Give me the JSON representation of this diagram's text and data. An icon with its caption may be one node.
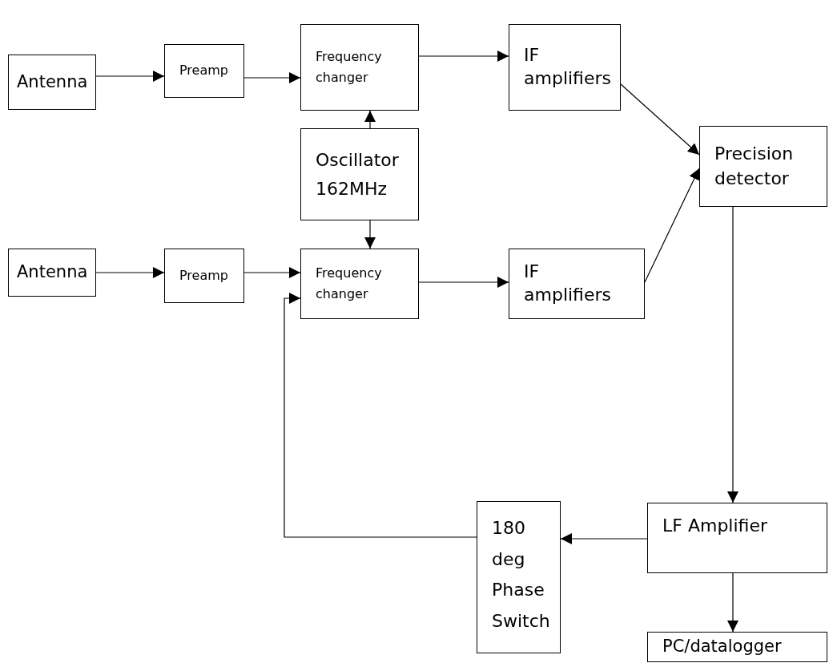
{
  "diagram": {
    "nodes": [
      {
        "text": [
          "Antenna"
        ]
      },
      {
        "text": [
          "Preamp"
        ]
      },
      {
        "text": [
          "Frequency changer"
        ]
      },
      {
        "text": [
          "IF amplifiers"
        ]
      },
      {
        "text": [
          "Oscillator 162MHz"
        ]
      },
      {
        "text": [
          "Precision detector"
        ]
      },
      {
        "text": [
          "Antenna"
        ]
      },
      {
        "text": [
          "Preamp"
        ]
      },
      {
        "text": [
          "Frequency changer"
        ]
      },
      {
        "text": [
          "IF amplifiers"
        ]
      },
      {
        "text": [
          "LF Amplifier"
        ]
      },
      {
        "text": [
          "180 deg Phase Switch"
        ]
      },
      {
        "text": [
          "PC/datalogger"
        ]
      }
    ],
    "edges": [
      {
        "from": 0,
        "to": 1,
        "arrow": "to"
      },
      {
        "from": 1,
        "to": 2,
        "arrow": "to"
      },
      {
        "from": 2,
        "to": 3,
        "arrow": "to"
      },
      {
        "from": 3,
        "to": 5,
        "arrow": "to"
      },
      {
        "from": 4,
        "to": 2,
        "arrow": "to"
      },
      {
        "from": 4,
        "to": 8,
        "arrow": "to"
      },
      {
        "from": 6,
        "to": 7,
        "arrow": "to"
      },
      {
        "from": 7,
        "to": 8,
        "arrow": "to"
      },
      {
        "from": 8,
        "to": 9,
        "arrow": "to"
      },
      {
        "from": 9,
        "to": 5,
        "arrow": "to"
      },
      {
        "from": 5,
        "to": 10,
        "arrow": "to"
      },
      {
        "from": 10,
        "to": 11,
        "arrow": "to"
      },
      {
        "from": 11,
        "to": 8,
        "arrow": "to"
      },
      {
        "from": 10,
        "to": 12,
        "arrow": "to"
      }
    ]
  }
}
